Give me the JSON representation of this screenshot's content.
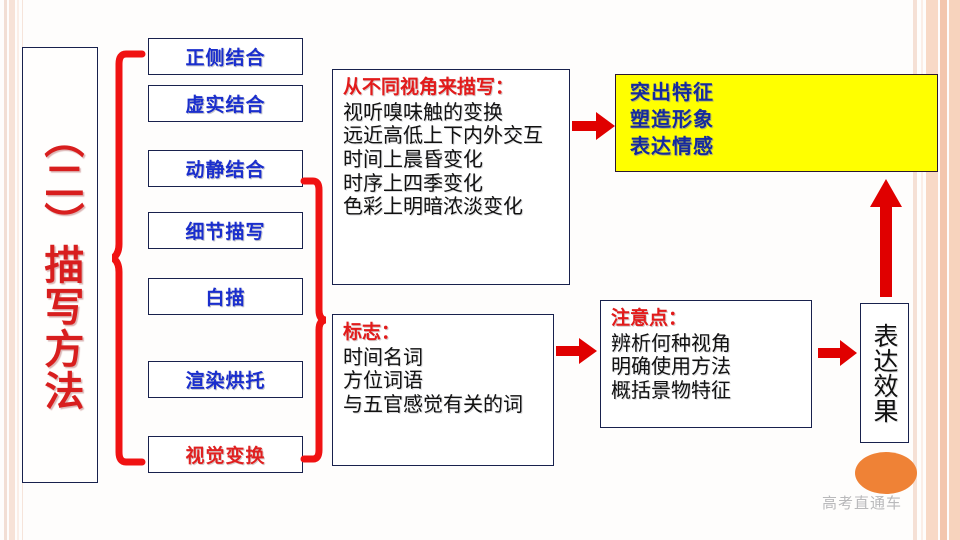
{
  "title": {
    "text": "（二）描写方法",
    "color": "#d81e1e"
  },
  "methods": [
    {
      "label": "正侧结合",
      "accent": false
    },
    {
      "label": "虚实结合",
      "accent": false
    },
    {
      "label": "动静结合",
      "accent": false
    },
    {
      "label": "细节描写",
      "accent": false
    },
    {
      "label": "白描",
      "accent": false
    },
    {
      "label": "渲染烘托",
      "accent": false
    },
    {
      "label": "视觉变换",
      "accent": true
    }
  ],
  "perspective_panel": {
    "heading": "从不同视角来描写：",
    "lines": [
      "视听嗅味触的变换",
      "远近高低上下内外交互",
      "时间上晨昏变化",
      "时序上四季变化",
      "色彩上明暗浓淡变化"
    ]
  },
  "marker_panel": {
    "heading": "标志：",
    "lines": [
      "时间名词",
      "方位词语",
      "与五官感觉有关的词"
    ]
  },
  "effects_box": {
    "lines": [
      "突出特征",
      "塑造形象",
      "表达情感"
    ],
    "background": "#ffff00",
    "text_color": "#152a9e"
  },
  "notes_panel": {
    "heading": "注意点：",
    "lines": [
      "辨析何种视角",
      "明确使用方法",
      "概括景物特征"
    ]
  },
  "outcome_box": {
    "text": "表达效果"
  },
  "watermark": {
    "text": "高考直通车",
    "ellipse_color": "#ef8236"
  },
  "colors": {
    "box_border": "#18214d",
    "method_text": "#1a2ecd",
    "accent_red": "#e02020",
    "heading_red": "#e21b1b",
    "arrow_red": "#e00000",
    "brace_red": "#f01212"
  }
}
